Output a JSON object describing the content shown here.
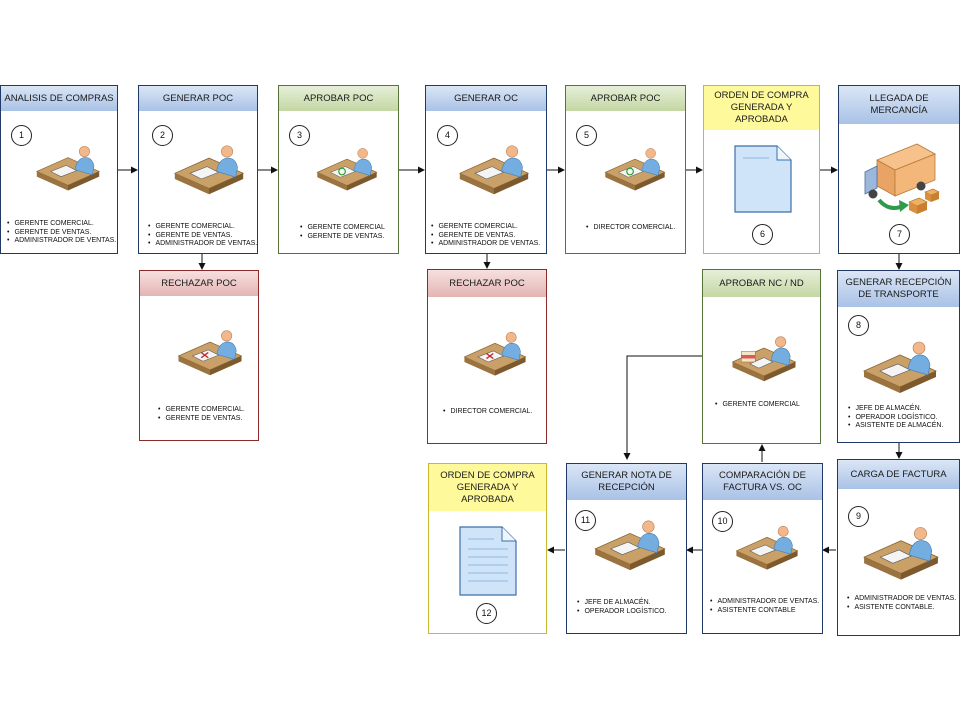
{
  "boxes": {
    "b1": {
      "title": "ANALISIS DE COMPRAS",
      "num": "1",
      "roles": [
        "GERENTE COMERCIAL.",
        "GERENTE DE VENTAS.",
        "ADMINISTRADOR DE VENTAS."
      ]
    },
    "b2": {
      "title": "GENERAR POC",
      "num": "2",
      "roles": [
        "GERENTE COMERCIAL.",
        "GERENTE DE VENTAS.",
        "ADMINISTRADOR DE VENTAS."
      ]
    },
    "b3": {
      "title": "APROBAR POC",
      "num": "3",
      "roles": [
        "GERENTE COMERCIAL",
        "GERENTE DE VENTAS."
      ]
    },
    "b4": {
      "title": "GENERAR OC",
      "num": "4",
      "roles": [
        "GERENTE COMERCIAL.",
        "GERENTE DE VENTAS.",
        "ADMINISTRADOR DE VENTAS."
      ]
    },
    "b5": {
      "title": "APROBAR POC",
      "num": "5",
      "roles": [
        "DIRECTOR COMERCIAL."
      ]
    },
    "b6": {
      "title": "ORDEN DE COMPRA GENERADA Y APROBADA",
      "num": "6"
    },
    "b7": {
      "title": "LLEGADA DE MERCANCÍA",
      "num": "7"
    },
    "b8": {
      "title": "GENERAR RECEPCIÓN DE TRANSPORTE",
      "num": "8",
      "roles": [
        "JEFE DE ALMACÉN.",
        "OPERADOR LOGÍSTICO.",
        "ASISTENTE DE ALMACÉN."
      ]
    },
    "b9": {
      "title": "CARGA DE FACTURA",
      "num": "9",
      "roles": [
        "ADMINISTRADOR DE VENTAS.",
        "ASISTENTE CONTABLE."
      ]
    },
    "b10": {
      "title": "COMPARACIÓN DE FACTURA VS. OC",
      "num": "10",
      "roles": [
        "ADMINISTRADOR DE VENTAS.",
        "ASISTENTE CONTABLE"
      ]
    },
    "b11": {
      "title": "GENERAR NOTA DE RECEPCIÓN",
      "num": "11",
      "roles": [
        "JEFE DE ALMACÉN.",
        "OPERADOR LOGÍSTICO."
      ]
    },
    "b12": {
      "title": "ORDEN DE COMPRA GENERADA Y APROBADA",
      "num": "12"
    },
    "r1": {
      "title": "RECHAZAR POC",
      "roles": [
        "GERENTE COMERCIAL.",
        "GERENTE DE VENTAS."
      ]
    },
    "r2": {
      "title": "RECHAZAR POC",
      "roles": [
        "DIRECTOR COMERCIAL."
      ]
    },
    "nc": {
      "title": "APROBAR NC / ND",
      "roles": [
        "GERENTE COMERCIAL"
      ]
    }
  },
  "colors": {
    "blue": "#a9c2e6",
    "green": "#c4d7a4",
    "red": "#e3b5b3",
    "yellow": "#fefa9c"
  }
}
